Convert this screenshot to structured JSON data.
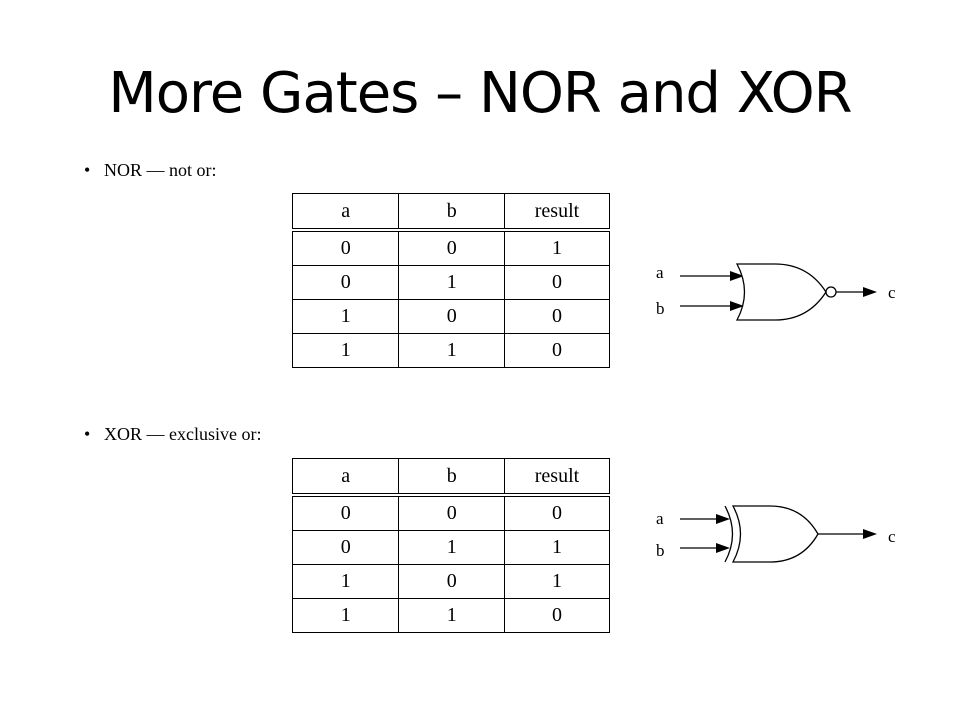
{
  "slide": {
    "title": "More Gates – NOR and XOR"
  },
  "sections": [
    {
      "bullet": "•",
      "label": "NOR — not or:",
      "table": {
        "headers": [
          "a",
          "b",
          "result"
        ],
        "rows": [
          [
            "0",
            "0",
            "1"
          ],
          [
            "0",
            "1",
            "0"
          ],
          [
            "1",
            "0",
            "0"
          ],
          [
            "1",
            "1",
            "0"
          ]
        ]
      },
      "gate": {
        "type": "NOR",
        "input_a": "a",
        "input_b": "b",
        "output": "c"
      }
    },
    {
      "bullet": "•",
      "label": "XOR — exclusive or:",
      "table": {
        "headers": [
          "a",
          "b",
          "result"
        ],
        "rows": [
          [
            "0",
            "0",
            "0"
          ],
          [
            "0",
            "1",
            "1"
          ],
          [
            "1",
            "0",
            "1"
          ],
          [
            "1",
            "1",
            "0"
          ]
        ]
      },
      "gate": {
        "type": "XOR",
        "input_a": "a",
        "input_b": "b",
        "output": "c"
      }
    }
  ]
}
